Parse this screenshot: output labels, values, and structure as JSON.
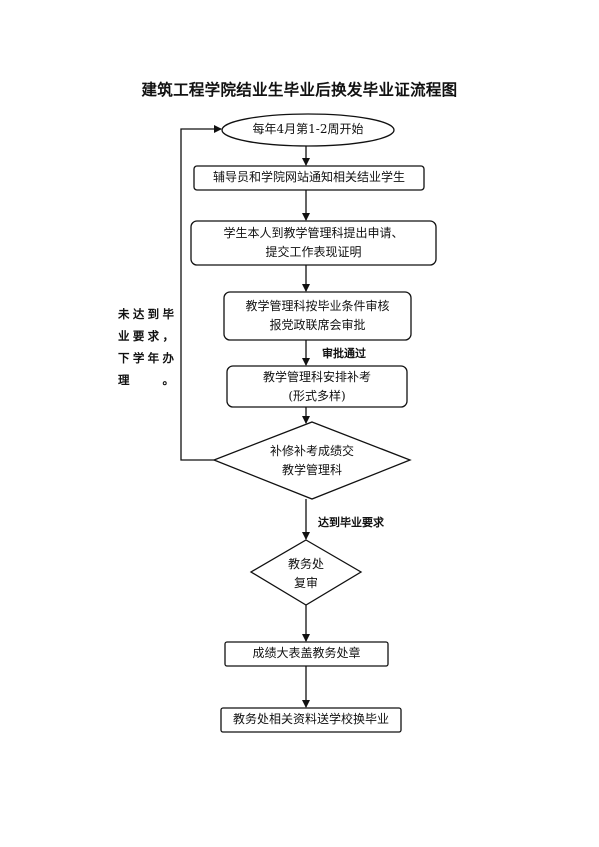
{
  "title": "建筑工程学院结业生毕业后换发毕业证流程图",
  "nodes": {
    "start": "每年4月第1-2周开始",
    "notify": "辅导员和学院网站通知相关结业学生",
    "apply_line1": "学生本人到教学管理科提出申请、",
    "apply_line2": "提交工作表现证明",
    "review_line1": "教学管理科按毕业条件审核",
    "review_line2": "报党政联席会审批",
    "arrange_line1": "教学管理科安排补考",
    "arrange_line2": "(形式多样)",
    "submit_line1": "补修补考成绩交",
    "submit_line2": "教学管理科",
    "recheck_line1": "教务处",
    "recheck_line2": "复审",
    "stamp": "成绩大表盖教务处章",
    "transfer": "教务处相关资料送学校换毕业"
  },
  "edge_labels": {
    "approved": "审批通过",
    "meets_requirements": "达到毕业要求"
  },
  "side_note": "未达到毕业要求，下学年办理。"
}
